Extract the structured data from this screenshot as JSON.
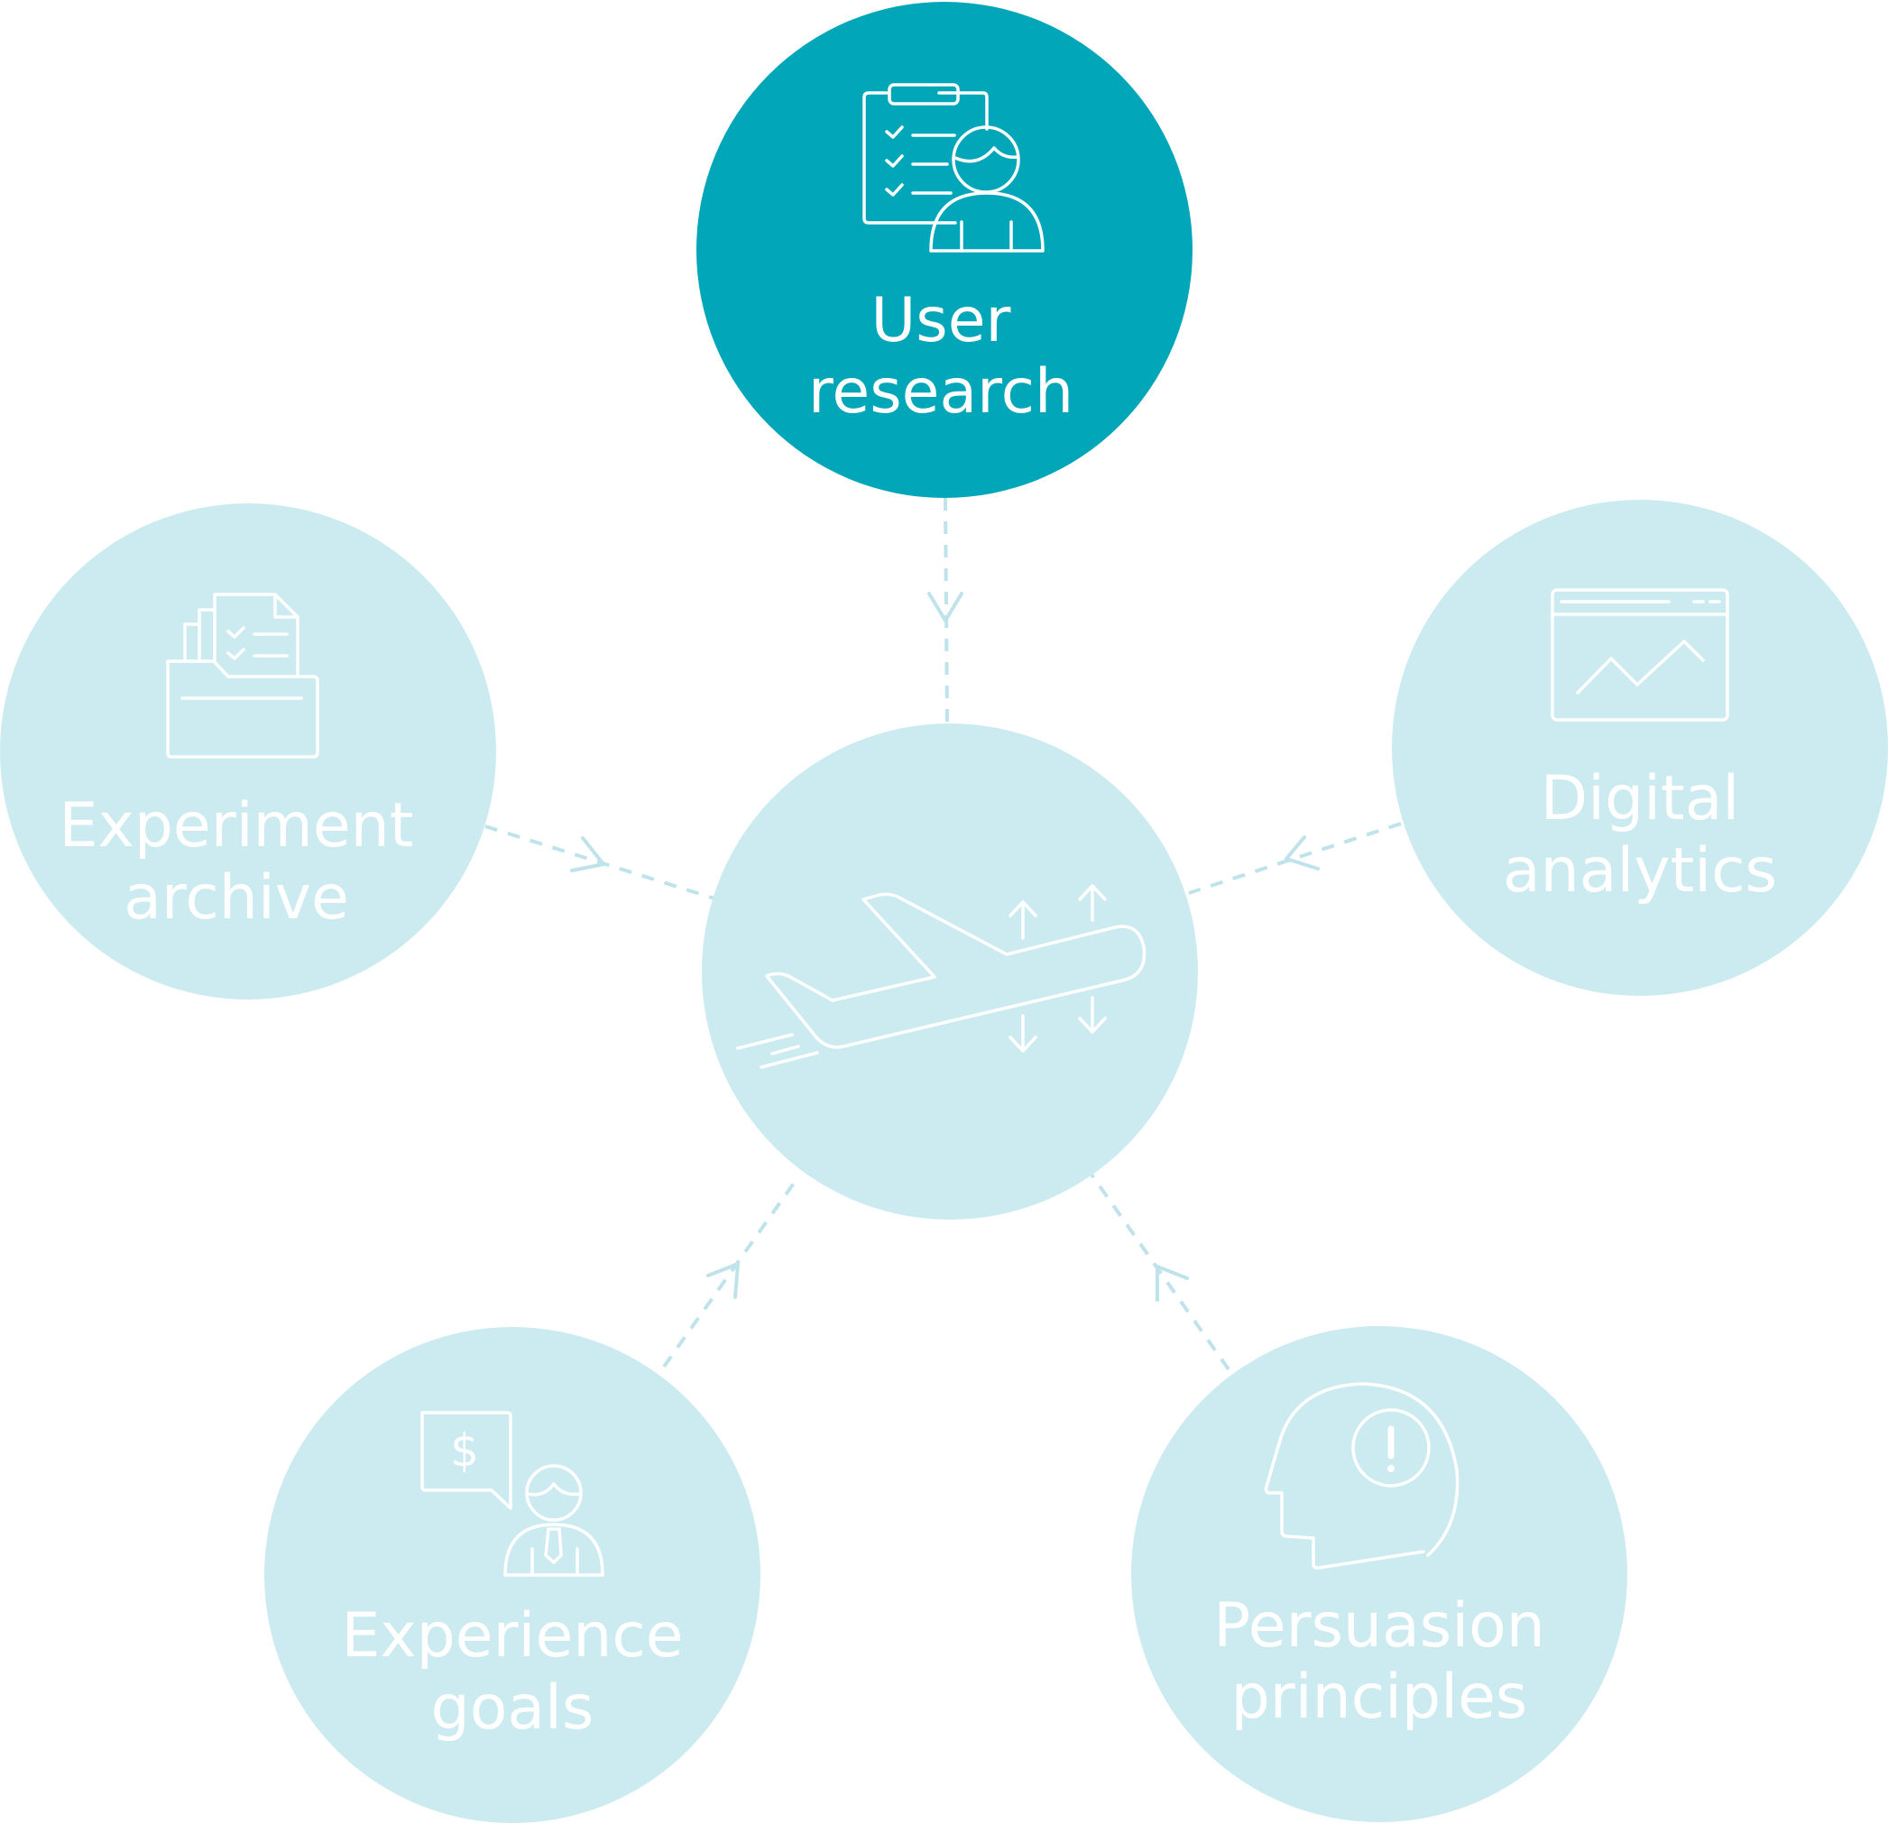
{
  "colors": {
    "active_node": "#01a6b9",
    "inactive_node": "#ccebf0",
    "connector": "#bfe3ea",
    "text": "#ffffff"
  },
  "center": {
    "icon": "airplane-takeoff-icon"
  },
  "nodes": [
    {
      "id": "user-research",
      "line1": "User",
      "line2": "research",
      "icon": "clipboard-user-icon",
      "active": true
    },
    {
      "id": "digital-analytics",
      "line1": "Digital",
      "line2": "analytics",
      "icon": "browser-chart-icon",
      "active": false
    },
    {
      "id": "persuasion-principles",
      "line1": "Persuasion",
      "line2": "principles",
      "icon": "head-exclamation-icon",
      "active": false
    },
    {
      "id": "experience-goals",
      "line1": "Experience",
      "line2": "goals",
      "icon": "businessman-dollar-icon",
      "active": false
    },
    {
      "id": "experiment-archive",
      "line1": "Experiment",
      "line2": "archive",
      "icon": "folder-documents-icon",
      "active": false
    }
  ]
}
